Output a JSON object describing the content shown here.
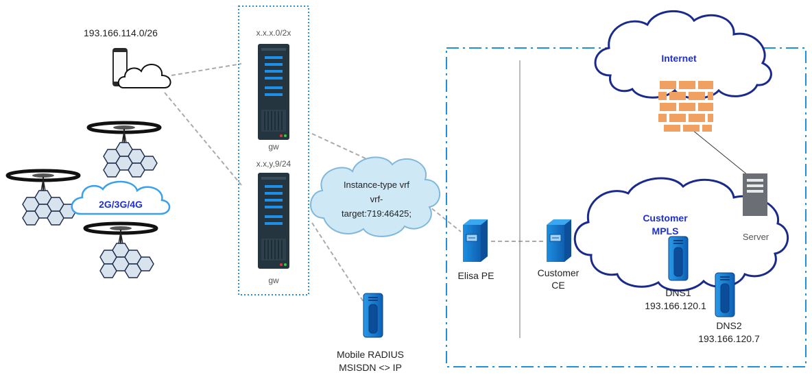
{
  "labels": {
    "subnet_mobile": "193.166.114.0/26",
    "gw1_subnet": "x.x.x.0/2x",
    "gw1_name": "gw",
    "gw2_subnet": "x.x,y,9/24",
    "gw2_name": "gw",
    "mobile_cloud": "2G/3G/4G",
    "vrf_line1": "Instance-type vrf",
    "vrf_line2": "vrf-",
    "vrf_line3": "target:719:46425;",
    "radius_line1": "Mobile RADIUS",
    "radius_line2": "MSISDN <> IP",
    "elisa_pe": "Elisa PE",
    "customer_ce_line1": "Customer",
    "customer_ce_line2": "CE",
    "internet": "Internet",
    "mpls_line1": "Customer",
    "mpls_line2": "MPLS",
    "server": "Server",
    "dns1_name": "DNS1",
    "dns1_ip": "193.166.120.1",
    "dns2_name": "DNS2",
    "dns2_ip": "193.166.120.7"
  },
  "colors": {
    "accent_blue": "#1f6fd0",
    "dash_blue": "#1f8fe0",
    "cloud_navy": "#1a2a8c",
    "cloud_light_fill": "#cfe8f6",
    "firewall_orange": "#f0a060",
    "server_dark": "#243540",
    "link_gray": "#aaaaaa"
  }
}
